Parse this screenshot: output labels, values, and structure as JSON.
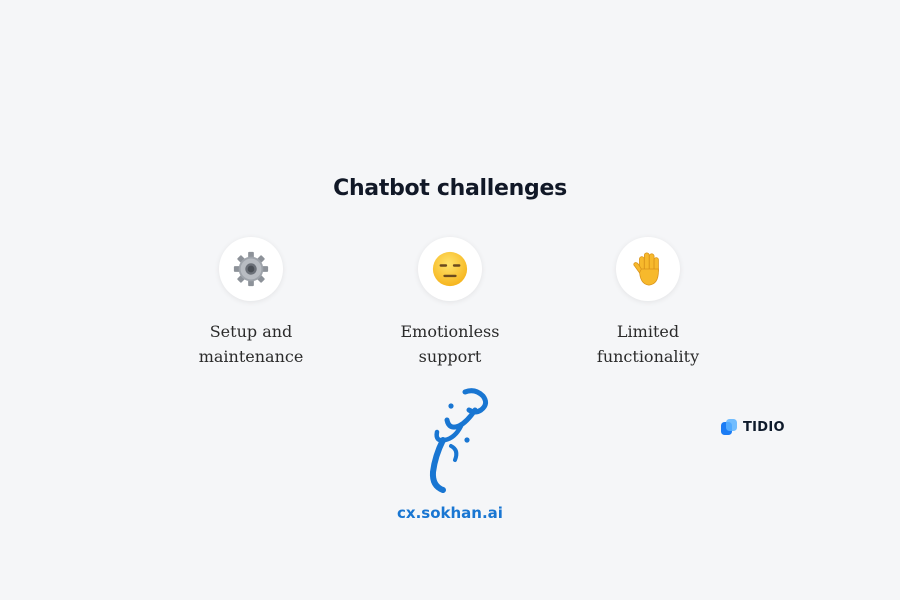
{
  "title": "Chatbot challenges",
  "items": [
    {
      "icon": "gear-icon",
      "line1": "Setup and",
      "line2": "maintenance"
    },
    {
      "icon": "expressionless-face-icon",
      "line1": "Emotionless",
      "line2": "support"
    },
    {
      "icon": "raised-hand-icon",
      "line1": "Limited",
      "line2": "functionality"
    }
  ],
  "brand": {
    "name": "TIDIO",
    "color": "#1c7cf4"
  },
  "watermark": {
    "script": "سخن",
    "domain": "cx.sokhan.ai",
    "color": "#1976d2"
  }
}
